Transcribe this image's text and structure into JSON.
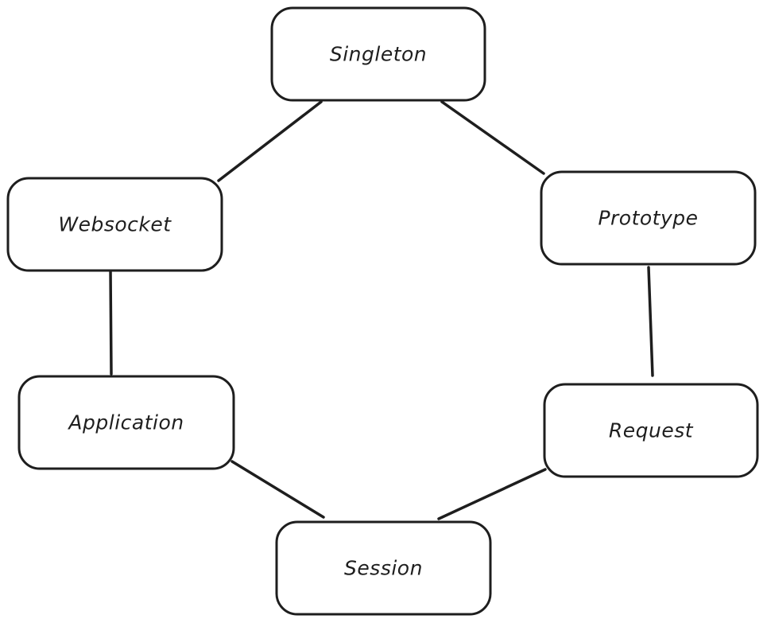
{
  "diagram": {
    "nodes": [
      {
        "id": "singleton",
        "label": "Singleton"
      },
      {
        "id": "prototype",
        "label": "Prototype"
      },
      {
        "id": "request",
        "label": "Request"
      },
      {
        "id": "session",
        "label": "Session"
      },
      {
        "id": "application",
        "label": "Application"
      },
      {
        "id": "websocket",
        "label": "Websocket"
      }
    ],
    "edges": [
      {
        "from": "singleton",
        "to": "prototype"
      },
      {
        "from": "prototype",
        "to": "request"
      },
      {
        "from": "request",
        "to": "session"
      },
      {
        "from": "session",
        "to": "application"
      },
      {
        "from": "application",
        "to": "websocket"
      },
      {
        "from": "websocket",
        "to": "singleton"
      }
    ],
    "colors": {
      "stroke": "#1e1e1e",
      "fill": "#ffffff",
      "background": "#ffffff"
    }
  }
}
